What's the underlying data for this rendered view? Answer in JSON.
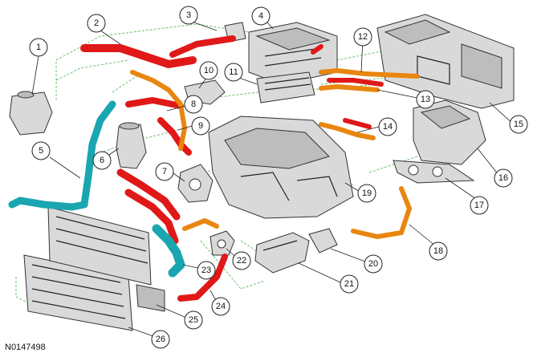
{
  "reference_code": "N0147498",
  "callouts": [
    "1",
    "2",
    "3",
    "4",
    "5",
    "6",
    "7",
    "8",
    "9",
    "10",
    "11",
    "12",
    "13",
    "14",
    "15",
    "16",
    "17",
    "18",
    "19",
    "20",
    "21",
    "22",
    "23",
    "24",
    "25",
    "26"
  ],
  "colors": {
    "coolant_hot": "#e01818",
    "coolant_warm": "#e8860f",
    "coolant_cold": "#1aa6b0",
    "vent_line": "#6dbf6d",
    "component": "#d9d9d9"
  }
}
